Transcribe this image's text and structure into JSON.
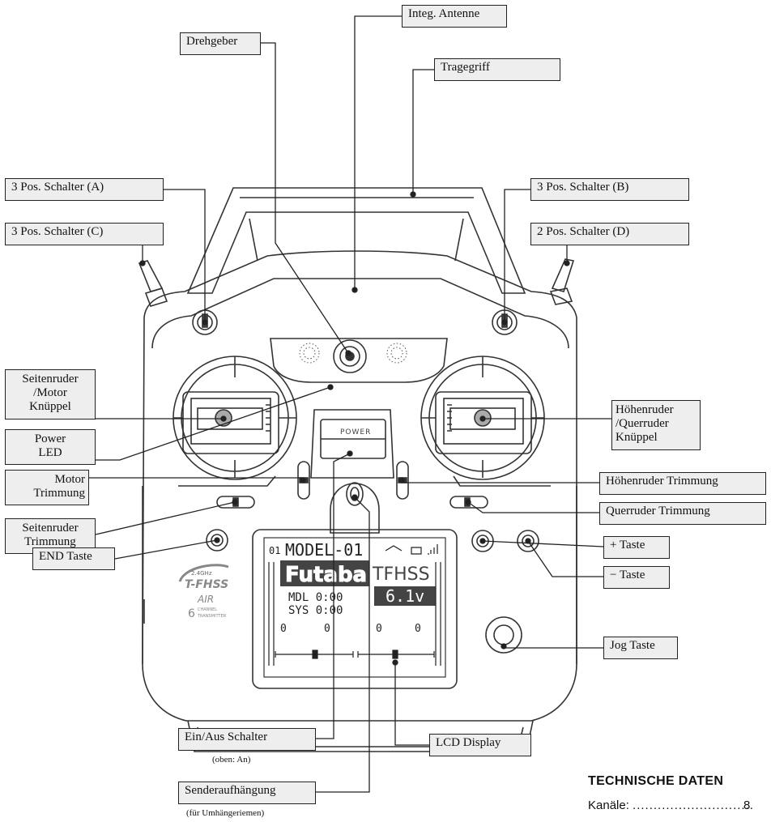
{
  "labels": {
    "integ_antenne": "Integ. Antenne",
    "drehgeber": "Drehgeber",
    "tragegriff": "Tragegriff",
    "schalter_a": "3 Pos. Schalter (A)",
    "schalter_b": "3 Pos. Schalter (B)",
    "schalter_c": "3 Pos. Schalter (C)",
    "schalter_d": "2 Pos. Schalter (D)",
    "seitenruder_motor_knueppel": [
      "Seitenruder",
      "/Motor",
      "Knüppel"
    ],
    "hoehenruder_querruder_knueppel": [
      "Höhenruder",
      "/Querruder",
      "Knüppel"
    ],
    "power_led": [
      "Power",
      "LED"
    ],
    "motor_trimmung": [
      "Motor",
      "Trimmung"
    ],
    "hoehenruder_trimmung": "Höhenruder Trimmung",
    "seitenruder_trimmung": [
      "Seitenruder",
      "Trimmung"
    ],
    "querruder_trimmung": "Querruder Trimmung",
    "end_taste": "END Taste",
    "plus_taste": "+ Taste",
    "minus_taste": "− Taste",
    "jog_taste": "Jog Taste",
    "ein_aus_schalter": "Ein/Aus Schalter",
    "ein_aus_note": "(oben: An)",
    "lcd_display": "LCD Display",
    "senderaufhaengung": "Senderaufhängung",
    "senderaufhaengung_note": "(für Umhängeriemen)"
  },
  "device": {
    "power_button": "POWER",
    "brand_logo": "T-FHSS",
    "logo_small": "2.4GHz",
    "air": "AIR",
    "channel_num": "6",
    "channel_text": [
      "CHANNEL",
      "TRANSMITTER"
    ],
    "lcd": {
      "line1_num": "01",
      "line1_model": "MODEL-01",
      "brand": "Futaba",
      "protocol": "TFHSS",
      "voltage": "6.1v",
      "mdl": "MDL 0:00",
      "sys": "SYS 0:00",
      "trim_row": [
        "0",
        "0",
        "0",
        "0"
      ]
    }
  },
  "tech": {
    "title": "TECHNISCHE DATEN",
    "row_label": "Kanäle:",
    "row_dots": "...................................................",
    "row_value": "8"
  },
  "icons": [
    "antenna-icon",
    "battery-icon",
    "signal-icon"
  ]
}
